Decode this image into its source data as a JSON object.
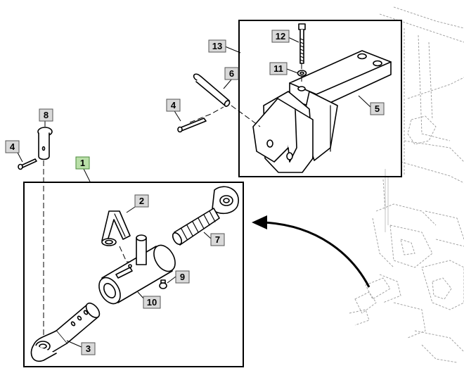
{
  "diagram": {
    "callouts": {
      "c1": "1",
      "c2": "2",
      "c3": "3",
      "c4a": "4",
      "c4b": "4",
      "c5": "5",
      "c6": "6",
      "c7": "7",
      "c8": "8",
      "c9": "9",
      "c10": "10",
      "c11": "11",
      "c12": "12",
      "c13": "13"
    },
    "colors": {
      "callout_fill": "#d9d9d9",
      "callout_highlight_fill": "#b9dfa8",
      "line": "#000000",
      "background_machine": "#9a9a9a"
    }
  }
}
